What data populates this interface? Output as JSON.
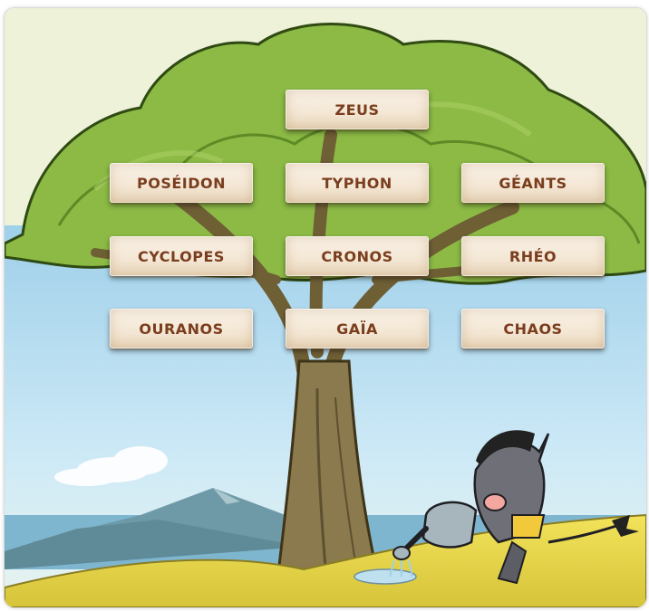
{
  "tiles": {
    "zeus": "ZEUS",
    "poseidon": "POSÉIDON",
    "typhon": "TYPHON",
    "geants": "GÉANTS",
    "cyclopes": "CYCLOPES",
    "cronos": "CRONOS",
    "rheo": "RHÉO",
    "ouranos": "OURANOS",
    "gaia": "GAÏA",
    "chaos": "CHAOS"
  },
  "colors": {
    "tile_text": "#7a3e1e",
    "sky": "#bfe3f3",
    "foliage": "#7fae3a",
    "trunk": "#8a7a4e",
    "grass": "#e5d84a"
  },
  "icons": [
    "tree-icon",
    "mountain-icon",
    "cloud-icon",
    "character-icon",
    "watering-can-icon"
  ]
}
